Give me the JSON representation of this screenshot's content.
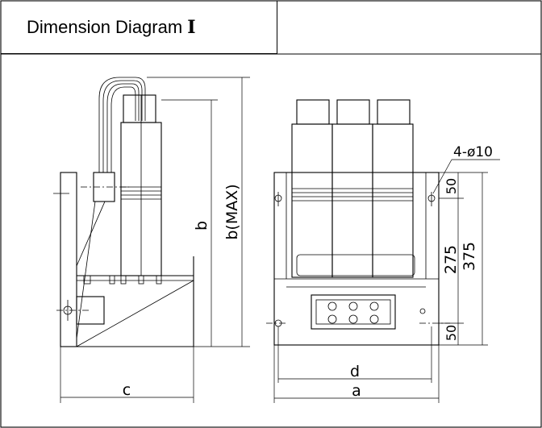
{
  "title": {
    "text": "Dimension Diagram",
    "numeral": "I"
  },
  "dimensions": {
    "b_max": "b(MAX)",
    "b": "b",
    "c": "c",
    "d": "d",
    "a": "a",
    "hole": "4-ø10",
    "d50_top": "50",
    "d275": "275",
    "d375": "375",
    "d50_bottom": "50"
  }
}
